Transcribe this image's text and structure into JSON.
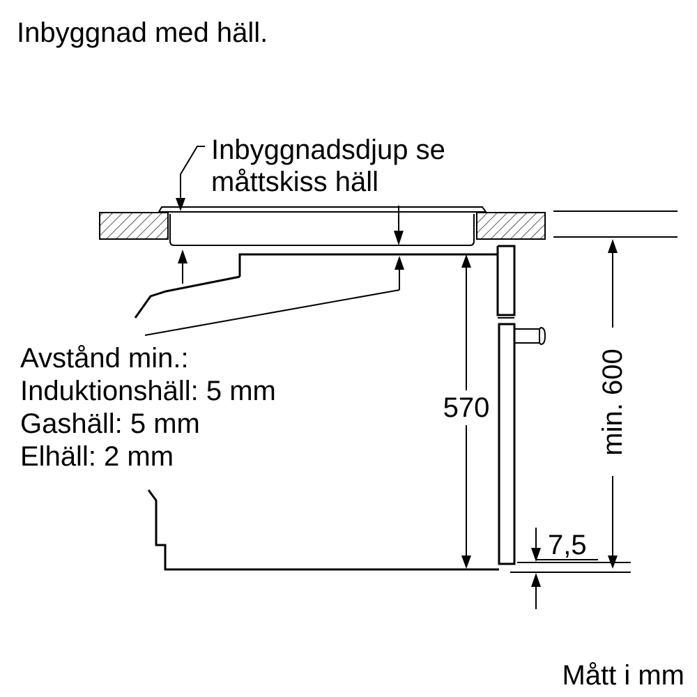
{
  "title": "Inbyggnad med häll.",
  "hob_note": {
    "line1": "Inbyggnadsdjup se",
    "line2": "måttskiss häll"
  },
  "distance_note": {
    "line1": "Avstånd min.:",
    "line2": "Induktionshäll: 5 mm",
    "line3": "Gashäll: 5 mm",
    "line4": "Elhäll: 2 mm"
  },
  "dimensions": {
    "oven_height": "570",
    "niche_height": "min. 600",
    "bottom_offset": "7,5"
  },
  "units_note": "Mått i mm",
  "colors": {
    "line": "#000000",
    "background": "#ffffff"
  }
}
